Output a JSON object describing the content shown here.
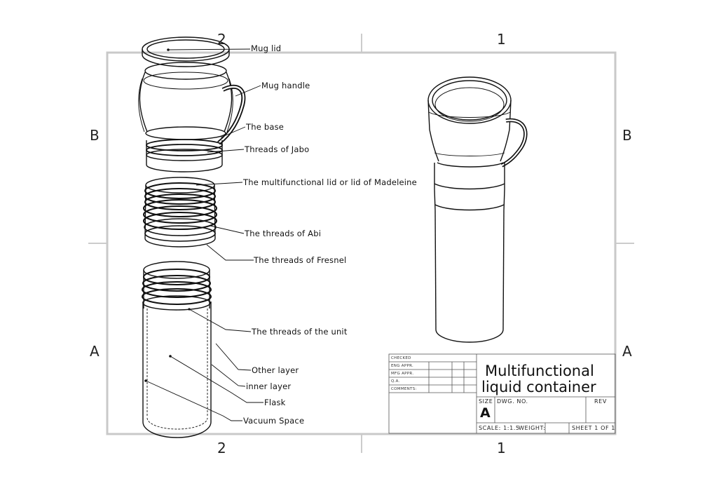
{
  "zones": {
    "top_left": "2",
    "top_right": "1",
    "bottom_left": "2",
    "bottom_right": "1",
    "left_upper": "B",
    "left_lower": "A",
    "right_upper": "B",
    "right_lower": "A"
  },
  "callouts": [
    "Mug lid",
    "Mug handle",
    "The base",
    "Threads of Jabo",
    "The multifunctional lid or lid of Madeleine",
    "The threads of Abi",
    "The threads of Fresnel",
    "The threads of the unit",
    "Other layer",
    "inner layer",
    "Flask",
    "Vacuum Space"
  ],
  "title_block": {
    "checked": "CHECKED",
    "eng_appr": "ENG APPR.",
    "mfg_appr": "MFG APPR.",
    "qa": "Q.A.",
    "comments": "COMMENTS:",
    "title_line1": "Multifunctional",
    "title_line2": "liquid container",
    "size_label": "SIZE",
    "dwg_no_label": "DWG.  NO.",
    "rev_label": "REV",
    "size_value": "A",
    "scale": "SCALE: 1:1.5",
    "weight": "WEIGHT:",
    "sheet": "SHEET 1 OF 1"
  }
}
